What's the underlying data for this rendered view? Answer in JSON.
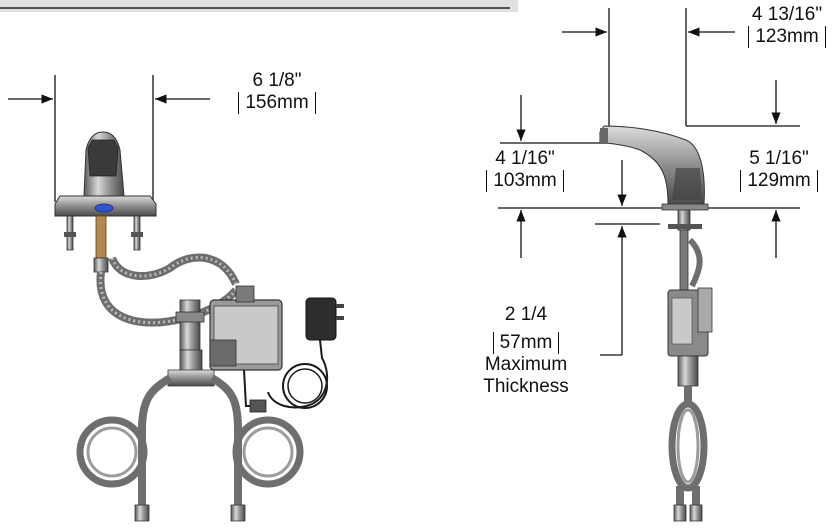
{
  "dimensions": {
    "width_deck": {
      "imperial": "6 1/8\"",
      "metric": "156mm"
    },
    "reach": {
      "imperial": "4 13/16\"",
      "metric": "123mm"
    },
    "spout_height": {
      "imperial": "4 1/16\"",
      "metric": "103mm"
    },
    "overall_height": {
      "imperial": "5 1/16\"",
      "metric": "129mm"
    },
    "thickness": {
      "imperial": "2 1/4",
      "metric": "57mm",
      "note_line1": "Maximum",
      "note_line2": "Thickness"
    }
  },
  "colors": {
    "line": "#111111",
    "metal": "#8a8a8a",
    "metal_dark": "#4a4a4a",
    "sensor": "#3355cc",
    "hose": "#7a7a7a"
  }
}
